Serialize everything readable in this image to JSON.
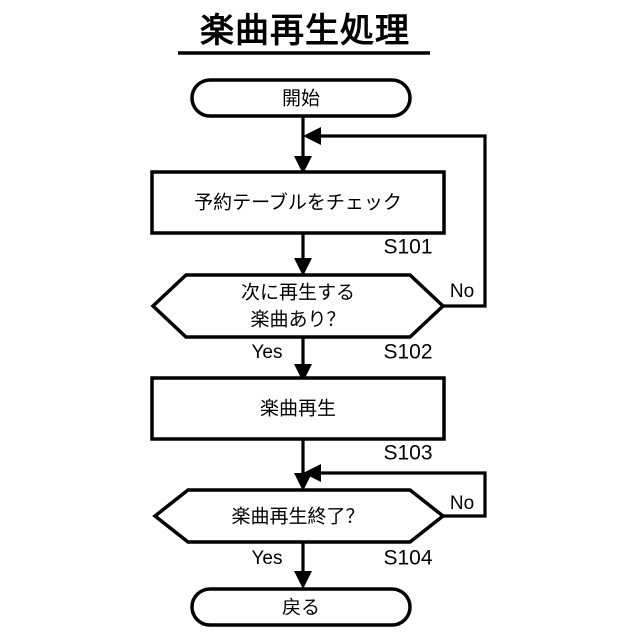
{
  "document": {
    "title": "楽曲再生処理",
    "language": "ja"
  },
  "flowchart": {
    "nodes": [
      {
        "id": "start",
        "type": "terminator",
        "label": "開始"
      },
      {
        "id": "s101",
        "type": "process",
        "label": "予約テーブルをチェック",
        "step": "S101"
      },
      {
        "id": "s102",
        "type": "decision",
        "label_line1": "次に再生する",
        "label_line2": "楽曲あり？",
        "step": "S102"
      },
      {
        "id": "s103",
        "type": "process",
        "label": "楽曲再生",
        "step": "S103"
      },
      {
        "id": "s104",
        "type": "decision",
        "label": "楽曲再生終了？",
        "step": "S104"
      },
      {
        "id": "end",
        "type": "terminator",
        "label": "戻る"
      }
    ],
    "edge_labels": {
      "s102_yes": "Yes",
      "s102_no": "No",
      "s104_yes": "Yes",
      "s104_no": "No"
    },
    "colors": {
      "stroke": "#000000",
      "fill": "#ffffff",
      "background": "#ffffff"
    }
  },
  "chart_data": {
    "type": "diagram",
    "title": "楽曲再生処理",
    "nodes": [
      {
        "id": "start",
        "shape": "stadium",
        "text": "開始"
      },
      {
        "id": "s101",
        "shape": "rectangle",
        "text": "予約テーブルをチェック",
        "step": "S101"
      },
      {
        "id": "s102",
        "shape": "hexagon",
        "text": "次に再生する楽曲あり？",
        "step": "S102"
      },
      {
        "id": "s103",
        "shape": "rectangle",
        "text": "楽曲再生",
        "step": "S103"
      },
      {
        "id": "s104",
        "shape": "hexagon",
        "text": "楽曲再生終了？",
        "step": "S104"
      },
      {
        "id": "end",
        "shape": "stadium",
        "text": "戻る"
      }
    ],
    "edges": [
      {
        "from": "start",
        "to": "s101",
        "label": ""
      },
      {
        "from": "s101",
        "to": "s102",
        "label": ""
      },
      {
        "from": "s102",
        "to": "s103",
        "label": "Yes"
      },
      {
        "from": "s102",
        "to": "s101",
        "label": "No"
      },
      {
        "from": "s103",
        "to": "s104",
        "label": ""
      },
      {
        "from": "s104",
        "to": "end",
        "label": "Yes"
      },
      {
        "from": "s104",
        "to": "s104_in",
        "label": "No"
      }
    ]
  }
}
